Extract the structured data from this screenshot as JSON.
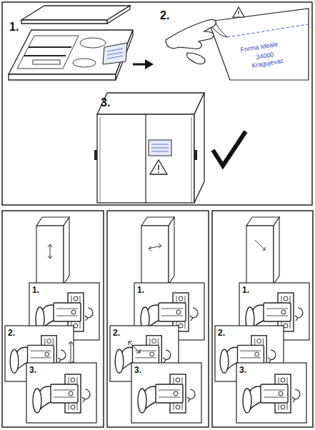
{
  "diagram": {
    "labels": [
      "1.",
      "2.",
      "Forma Ideale",
      "34000",
      "Kragujevac",
      "3.",
      "1.",
      "2.",
      "3.",
      "1.",
      "2.",
      "3.",
      "1.",
      "2.",
      "3."
    ]
  }
}
